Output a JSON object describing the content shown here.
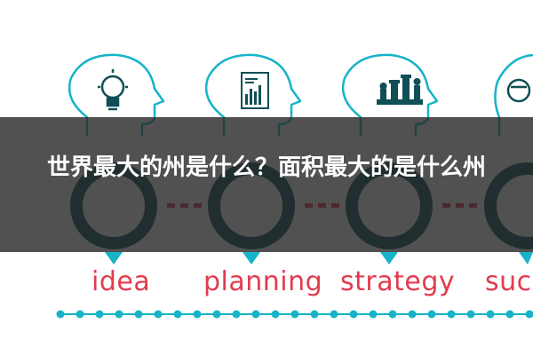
{
  "headline": "世界最大的州是什么？面积最大的是什么州",
  "steps": [
    {
      "label": "idea",
      "icon": "lightbulb-icon"
    },
    {
      "label": "planning",
      "icon": "document-chart-icon"
    },
    {
      "label": "strategy",
      "icon": "chess-pieces-icon"
    },
    {
      "label": "succ",
      "icon": "head-icon"
    }
  ],
  "colors": {
    "head_outline": "#16b3c9",
    "ring": "#0f4f55",
    "accent": "#e23b4e",
    "banner": "#262626"
  }
}
